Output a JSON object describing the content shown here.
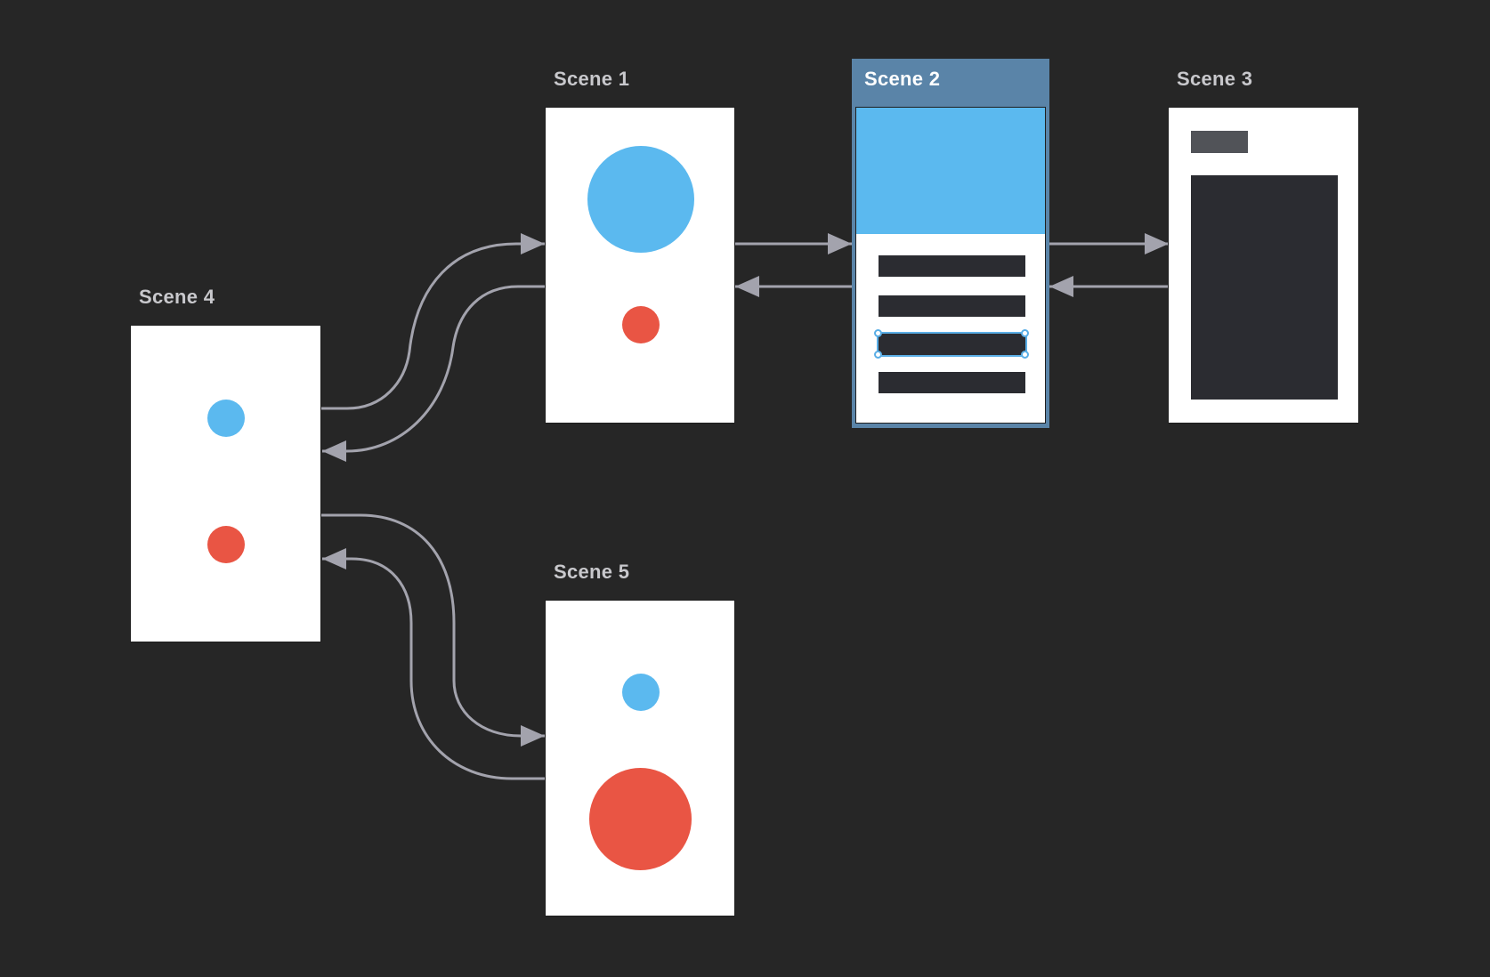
{
  "colors": {
    "background": "#262626",
    "scene_fill": "#ffffff",
    "accent_blue": "#5bb9ef",
    "accent_red": "#e95544",
    "link_stroke": "#a3a3ad",
    "selection": "#5a84a8",
    "dark_block": "#2b2c31"
  },
  "scenes": [
    {
      "id": "scene1",
      "title": "Scene 1"
    },
    {
      "id": "scene2",
      "title": "Scene 2",
      "selected": true
    },
    {
      "id": "scene3",
      "title": "Scene 3"
    },
    {
      "id": "scene4",
      "title": "Scene 4"
    },
    {
      "id": "scene5",
      "title": "Scene 5"
    }
  ],
  "links": [
    {
      "from": "scene1",
      "to": "scene2"
    },
    {
      "from": "scene2",
      "to": "scene1"
    },
    {
      "from": "scene2",
      "to": "scene3"
    },
    {
      "from": "scene3",
      "to": "scene2"
    },
    {
      "from": "scene4",
      "to": "scene1"
    },
    {
      "from": "scene1",
      "to": "scene4"
    },
    {
      "from": "scene4",
      "to": "scene5"
    },
    {
      "from": "scene5",
      "to": "scene4"
    }
  ]
}
